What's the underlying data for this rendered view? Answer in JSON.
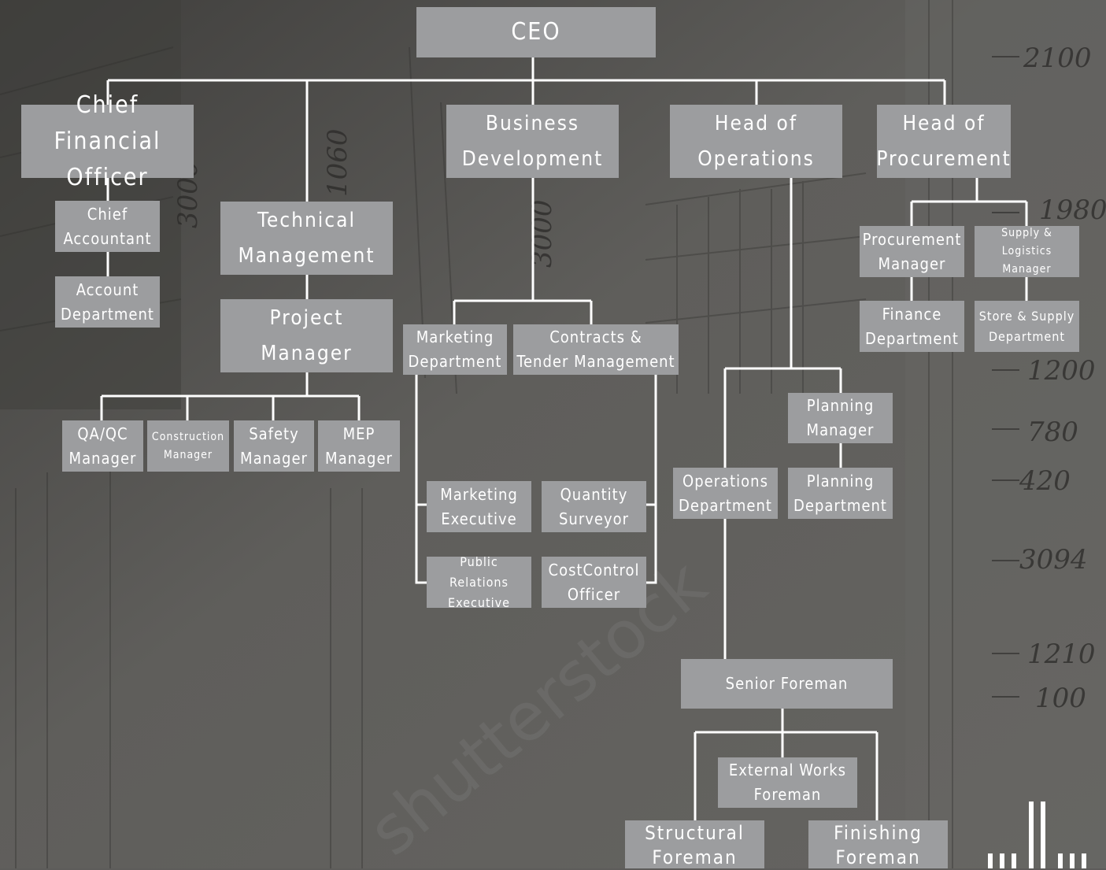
{
  "org_chart": {
    "ceo": "CEO",
    "cfo": "Chief Financial\nOfficer",
    "chief_accountant": "Chief\nAccountant",
    "account_department": "Account\nDepartment",
    "technical_management": "Technical\nManagement",
    "project_manager": "Project\nManager",
    "qa_qc_manager": "QA/QC\nManager",
    "construction_manager": "Construction\nManager",
    "safety_manager": "Safety\nManager",
    "mep_manager": "MEP\nManager",
    "business_development": "Business\nDevelopment",
    "marketing_department": "Marketing\nDepartment",
    "contracts_tender": "Contracts &\nTender Management",
    "marketing_executive": "Marketing\nExecutive",
    "public_relations_executive": "Public Relations\nExecutive",
    "quantity_surveyor": "Quantity\nSurveyor",
    "cost_control_officer": "CostControl\nOfficer",
    "head_of_operations": "Head of\nOperations",
    "planning_manager": "Planning\nManager",
    "operations_department": "Operations\nDepartment",
    "planning_department": "Planning\nDepartment",
    "senior_foreman": "Senior Foreman",
    "external_works_foreman": "External Works\nForeman",
    "structural_foreman": "Structural\nForeman",
    "finishing_foreman": "Finishing\nForeman",
    "head_of_procurement": "Head of\nProcurement",
    "procurement_manager": "Procurement\nManager",
    "supply_logistics_manager": "Supply &\nLogistics Manager",
    "finance_department": "Finance\nDepartment",
    "store_supply_department": "Store & Supply\nDepartment"
  },
  "background": {
    "sketch_labels": [
      "2100",
      "1980",
      "1200",
      "780",
      "420",
      "3094",
      "1210",
      "100",
      "3000",
      "1060",
      "3000"
    ],
    "watermark": "shutterstock"
  },
  "colors": {
    "box": "#9c9d9f",
    "box_text": "#ffffff",
    "connector": "#ffffff",
    "background": "#5d5c5a"
  }
}
